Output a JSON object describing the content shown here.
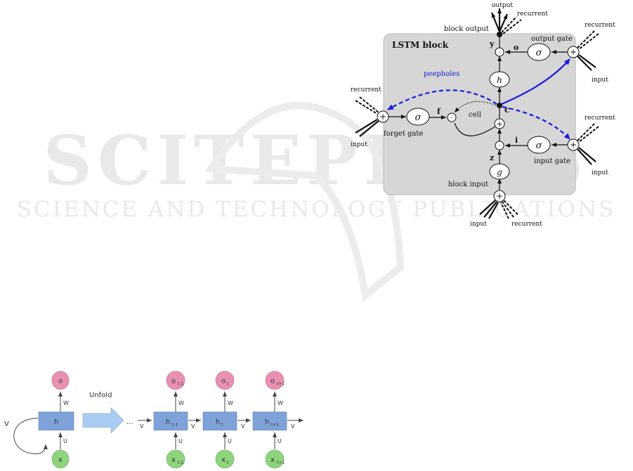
{
  "watermark": {
    "big": "SCITEPRESS",
    "small": "SCIENCE AND TECHNOLOGY PUBLICATIONS",
    "color": "#e6e6e6"
  },
  "lstm": {
    "title": "LSTM block",
    "block_output": "block output",
    "output": "output",
    "recurrent": "recurrent",
    "input": "input",
    "output_gate": "output gate",
    "input_gate": "input gate",
    "forget_gate": "forget gate",
    "block_input": "block input",
    "cell": "cell",
    "peepholes": "peepholes",
    "y": "y",
    "o": "o",
    "f": "f",
    "c": "c",
    "i": "i",
    "z": "z",
    "sigma": "σ",
    "h": "h",
    "g": "g",
    "plus": "+",
    "dot": "·",
    "peephole_color": "#1a1adc",
    "box_color": "#d6d6d6"
  },
  "rnn": {
    "o": "o",
    "h": "h",
    "x": "x",
    "w": "W",
    "u": "U",
    "v": "V",
    "unfold": "Unfold",
    "ellipsis": "...",
    "t_minus": "t-1",
    "t": "t",
    "t_plus": "t+1",
    "pink": "#e890b4",
    "green": "#8ed47c",
    "blue": "#7fa3d8"
  }
}
